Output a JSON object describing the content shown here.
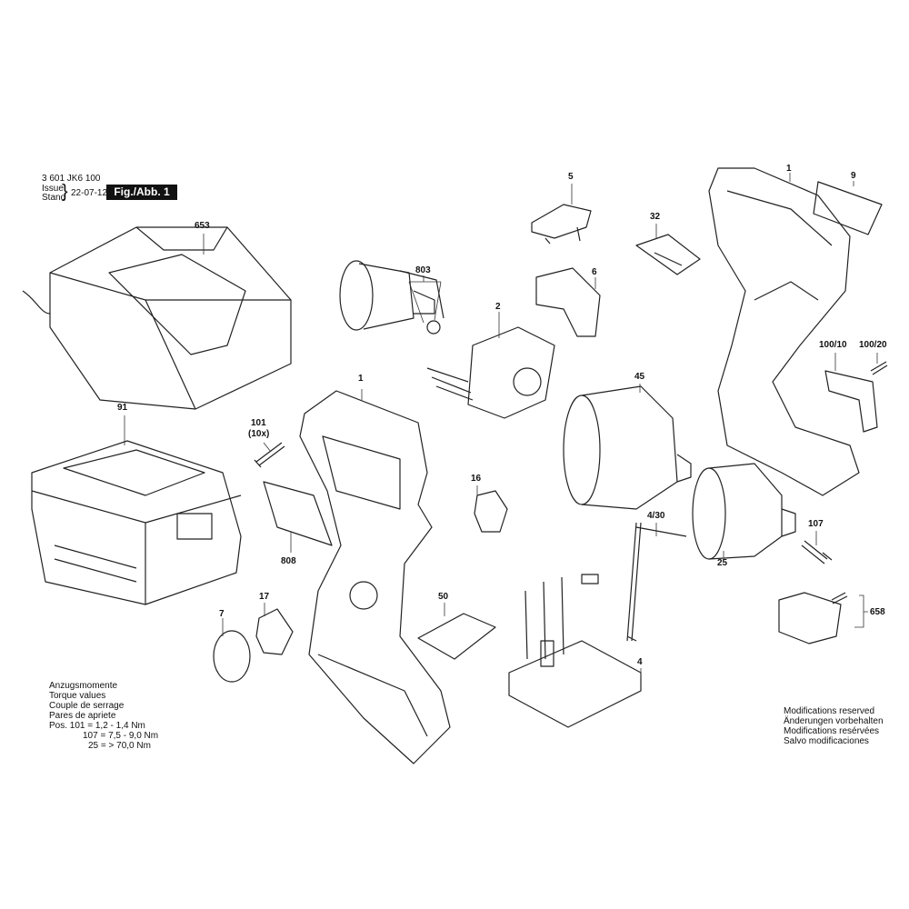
{
  "header": {
    "doc_number": "3 601 JK6 100",
    "issue_label": "Issue",
    "stand_label": "Stand",
    "date": "22-07-12",
    "figure_label": "Fig./Abb. 1"
  },
  "parts": [
    {
      "id": "p653",
      "label": "653"
    },
    {
      "id": "p91",
      "label": "91"
    },
    {
      "id": "p101",
      "label": "101"
    },
    {
      "id": "p101qty",
      "label": "(10x)"
    },
    {
      "id": "p808",
      "label": "808"
    },
    {
      "id": "p1a",
      "label": "1"
    },
    {
      "id": "p803",
      "label": "803"
    },
    {
      "id": "p2",
      "label": "2"
    },
    {
      "id": "p5",
      "label": "5"
    },
    {
      "id": "p32",
      "label": "32"
    },
    {
      "id": "p6",
      "label": "6"
    },
    {
      "id": "p1b",
      "label": "1"
    },
    {
      "id": "p9",
      "label": "9"
    },
    {
      "id": "p10010",
      "label": "100/10"
    },
    {
      "id": "p10020",
      "label": "100/20"
    },
    {
      "id": "p45",
      "label": "45"
    },
    {
      "id": "p16",
      "label": "16"
    },
    {
      "id": "p430",
      "label": "4/30"
    },
    {
      "id": "p107",
      "label": "107"
    },
    {
      "id": "p25",
      "label": "25"
    },
    {
      "id": "p658",
      "label": "658"
    },
    {
      "id": "p7",
      "label": "7"
    },
    {
      "id": "p17",
      "label": "17"
    },
    {
      "id": "p50",
      "label": "50"
    },
    {
      "id": "p4",
      "label": "4"
    }
  ],
  "torque": {
    "lines": [
      "Anzugsmomente",
      "Torque values",
      "Couple de serrage",
      "Pares de apriete",
      "Pos.  101 = 1,2 - 1,4 Nm",
      "107 = 7,5 - 9,0 Nm",
      "25 = > 70,0 Nm"
    ]
  },
  "modifications": {
    "lines": [
      "Modifications reserved",
      "Änderungen vorbehalten",
      "Modifications resérvées",
      "Salvo modificaciones"
    ]
  }
}
